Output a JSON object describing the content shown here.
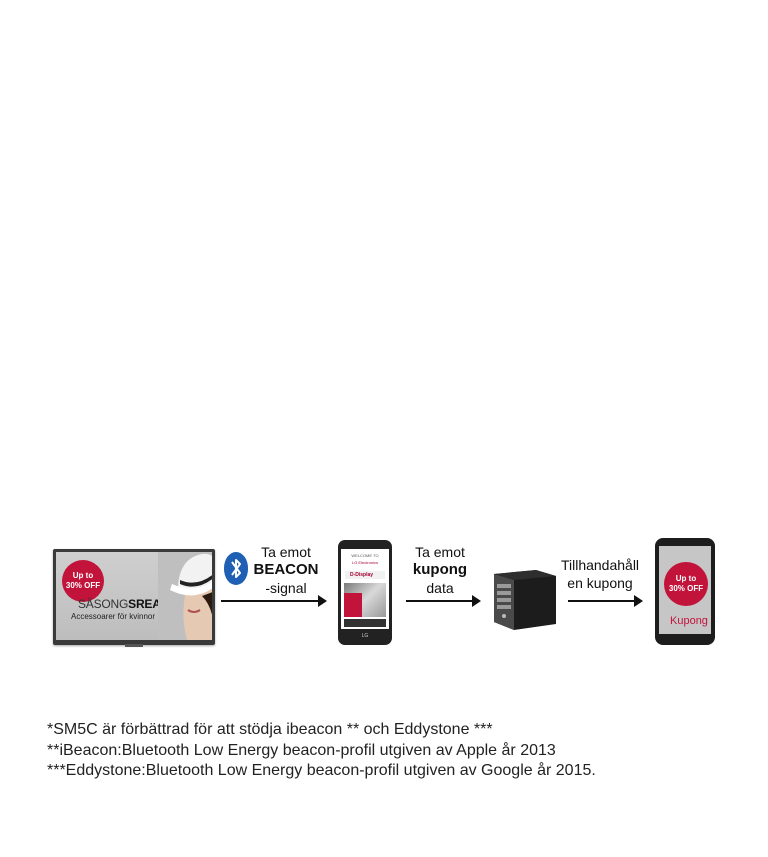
{
  "tv": {
    "badge_line1": "Up to",
    "badge_line2": "30% OFF",
    "title_prefix": "SÄSONG",
    "title_bold": "SREA",
    "subtitle": "Accessoarer för kvinnor"
  },
  "step1": {
    "line1": "Ta emot",
    "line2": "BEACON",
    "line3": "-signal"
  },
  "phone1": {
    "welcome": "WELCOME TO",
    "brand": "LG Electronics",
    "app": "D-Display",
    "maker": "LG"
  },
  "step2": {
    "line1": "Ta emot",
    "line2": "kupong",
    "line3": "data"
  },
  "step3": {
    "line1": "Tillhandahåll",
    "line2": "en kupong"
  },
  "phone2": {
    "badge_line1": "Up to",
    "badge_line2": "30% OFF",
    "label": "Kupong"
  },
  "footnotes": [
    "*SM5C är förbättrad för att stödja ibeacon ** och Eddystone ***",
    "**iBeacon:Bluetooth Low Energy beacon-profil utgiven av Apple år 2013",
    "***Eddystone:Bluetooth Low Energy beacon-profil utgiven av Google år 2015."
  ],
  "colors": {
    "accent": "#c2133b",
    "bluetooth": "#1f5fb4",
    "arrow": "#111111"
  },
  "icons": {
    "bluetooth": "bluetooth-icon",
    "server": "server-icon",
    "display": "signage-display",
    "phone": "smartphone"
  }
}
